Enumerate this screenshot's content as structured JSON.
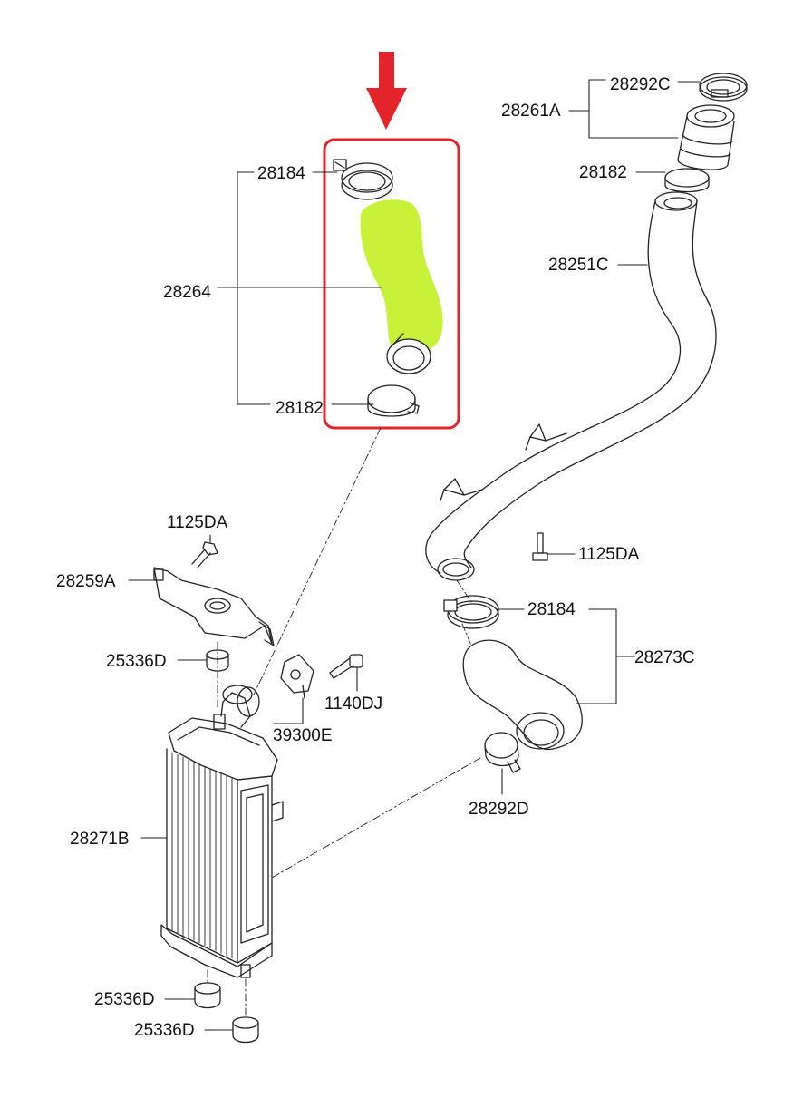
{
  "colors": {
    "arrow": "#e4242b",
    "highlight_box": "#e4242b",
    "highlighted_hose": "#c8f23a",
    "line": "#222222",
    "background": "#ffffff"
  },
  "labels": {
    "p28292C": "28292C",
    "p28261A": "28261A",
    "p28182_top_right": "28182",
    "p28184_top": "28184",
    "p28264": "28264",
    "p28182_left": "28182",
    "p28251C": "28251C",
    "p1125DA_left": "1125DA",
    "p1125DA_right": "1125DA",
    "p28259A": "28259A",
    "p28184_mid": "28184",
    "p28273C": "28273C",
    "p25336D_top": "25336D",
    "p1140DJ": "1140DJ",
    "p39300E": "39300E",
    "p28292D": "28292D",
    "p28271B": "28271B",
    "p25336D_bottom_1": "25336D",
    "p25336D_bottom_2": "25336D"
  },
  "highlight": {
    "part": "28264",
    "arrow_icon": "down-arrow-icon"
  }
}
